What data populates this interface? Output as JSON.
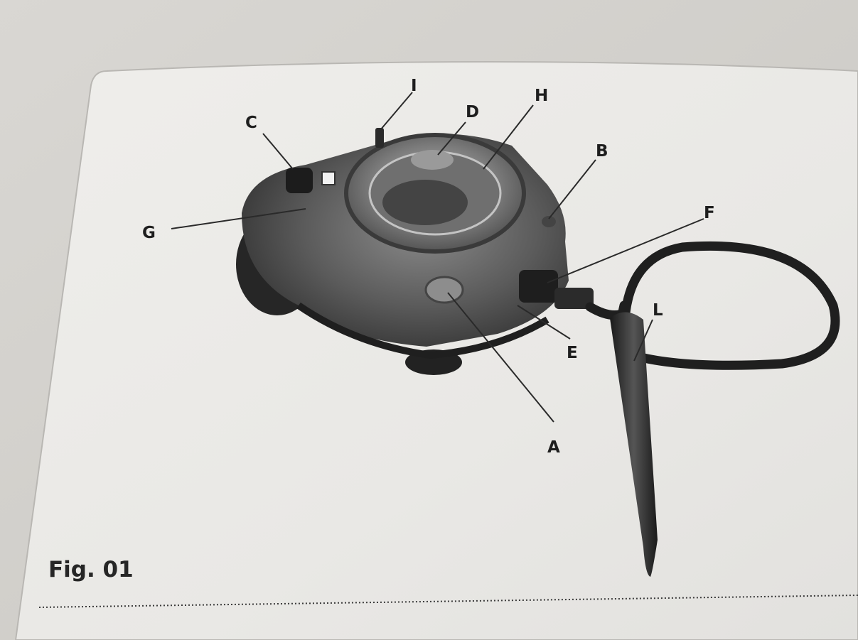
{
  "figure": {
    "caption": "Fig. 01",
    "labels": [
      {
        "id": "A",
        "text": "A"
      },
      {
        "id": "B",
        "text": "B"
      },
      {
        "id": "C",
        "text": "C"
      },
      {
        "id": "D",
        "text": "D"
      },
      {
        "id": "E",
        "text": "E"
      },
      {
        "id": "F",
        "text": "F"
      },
      {
        "id": "G",
        "text": "G"
      },
      {
        "id": "H",
        "text": "H"
      },
      {
        "id": "I",
        "text": "I"
      },
      {
        "id": "L",
        "text": "L"
      }
    ]
  },
  "colors": {
    "paper": "#ebe9e6",
    "page_shadow": "#a9a7a3",
    "device_dark": "#3b3b3b",
    "device_mid": "#6a6a6a",
    "ink": "#1e1e1e"
  },
  "icons": [
    "device-illustration",
    "handpiece-icon",
    "cable-icon"
  ]
}
